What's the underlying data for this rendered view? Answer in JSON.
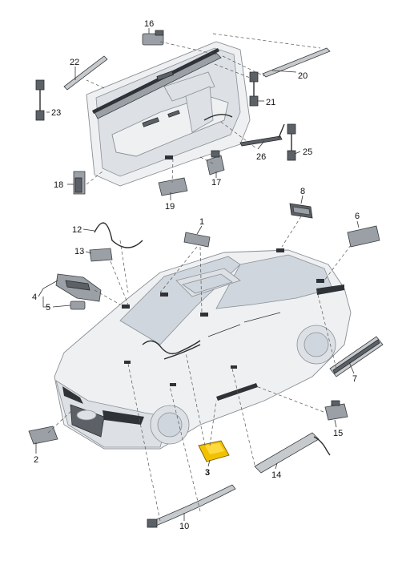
{
  "diagram": {
    "callouts": [
      {
        "id": "c1",
        "text": "1"
      },
      {
        "id": "c2",
        "text": "2"
      },
      {
        "id": "c3",
        "text": "3",
        "highlight": true
      },
      {
        "id": "c4",
        "text": "4"
      },
      {
        "id": "c5",
        "text": "5"
      },
      {
        "id": "c6",
        "text": "6"
      },
      {
        "id": "c7",
        "text": "7"
      },
      {
        "id": "c8",
        "text": "8"
      },
      {
        "id": "c10",
        "text": "10"
      },
      {
        "id": "c12",
        "text": "12"
      },
      {
        "id": "c13",
        "text": "13"
      },
      {
        "id": "c14",
        "text": "14"
      },
      {
        "id": "c15",
        "text": "15"
      },
      {
        "id": "c16",
        "text": "16"
      },
      {
        "id": "c17",
        "text": "17"
      },
      {
        "id": "c18",
        "text": "18"
      },
      {
        "id": "c19",
        "text": "19"
      },
      {
        "id": "c20",
        "text": "20"
      },
      {
        "id": "c21",
        "text": "21"
      },
      {
        "id": "c22",
        "text": "22"
      },
      {
        "id": "c23",
        "text": "23"
      },
      {
        "id": "c25",
        "text": "25"
      },
      {
        "id": "c26",
        "text": "26"
      }
    ],
    "highlight_color": "#f2c200"
  }
}
